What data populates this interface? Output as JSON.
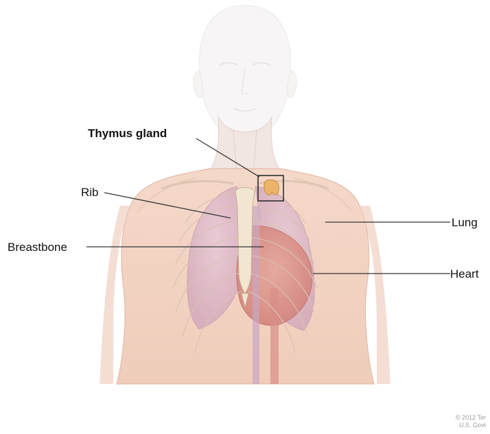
{
  "labels": {
    "thymus": "Thymus gland",
    "rib": "Rib",
    "breastbone": "Breastbone",
    "lung": "Lung",
    "heart": "Heart"
  },
  "credit": {
    "line1": "© 2012 Ter",
    "line2": "U.S. Govt"
  },
  "colors": {
    "skin": "#f1cfbe",
    "head_faded": "#eceaea",
    "lung": "#d9b6c8",
    "heart": "#d88f86",
    "bone": "#f3e7d2",
    "thymus": "#e9b062",
    "leader_line": "#333333"
  }
}
